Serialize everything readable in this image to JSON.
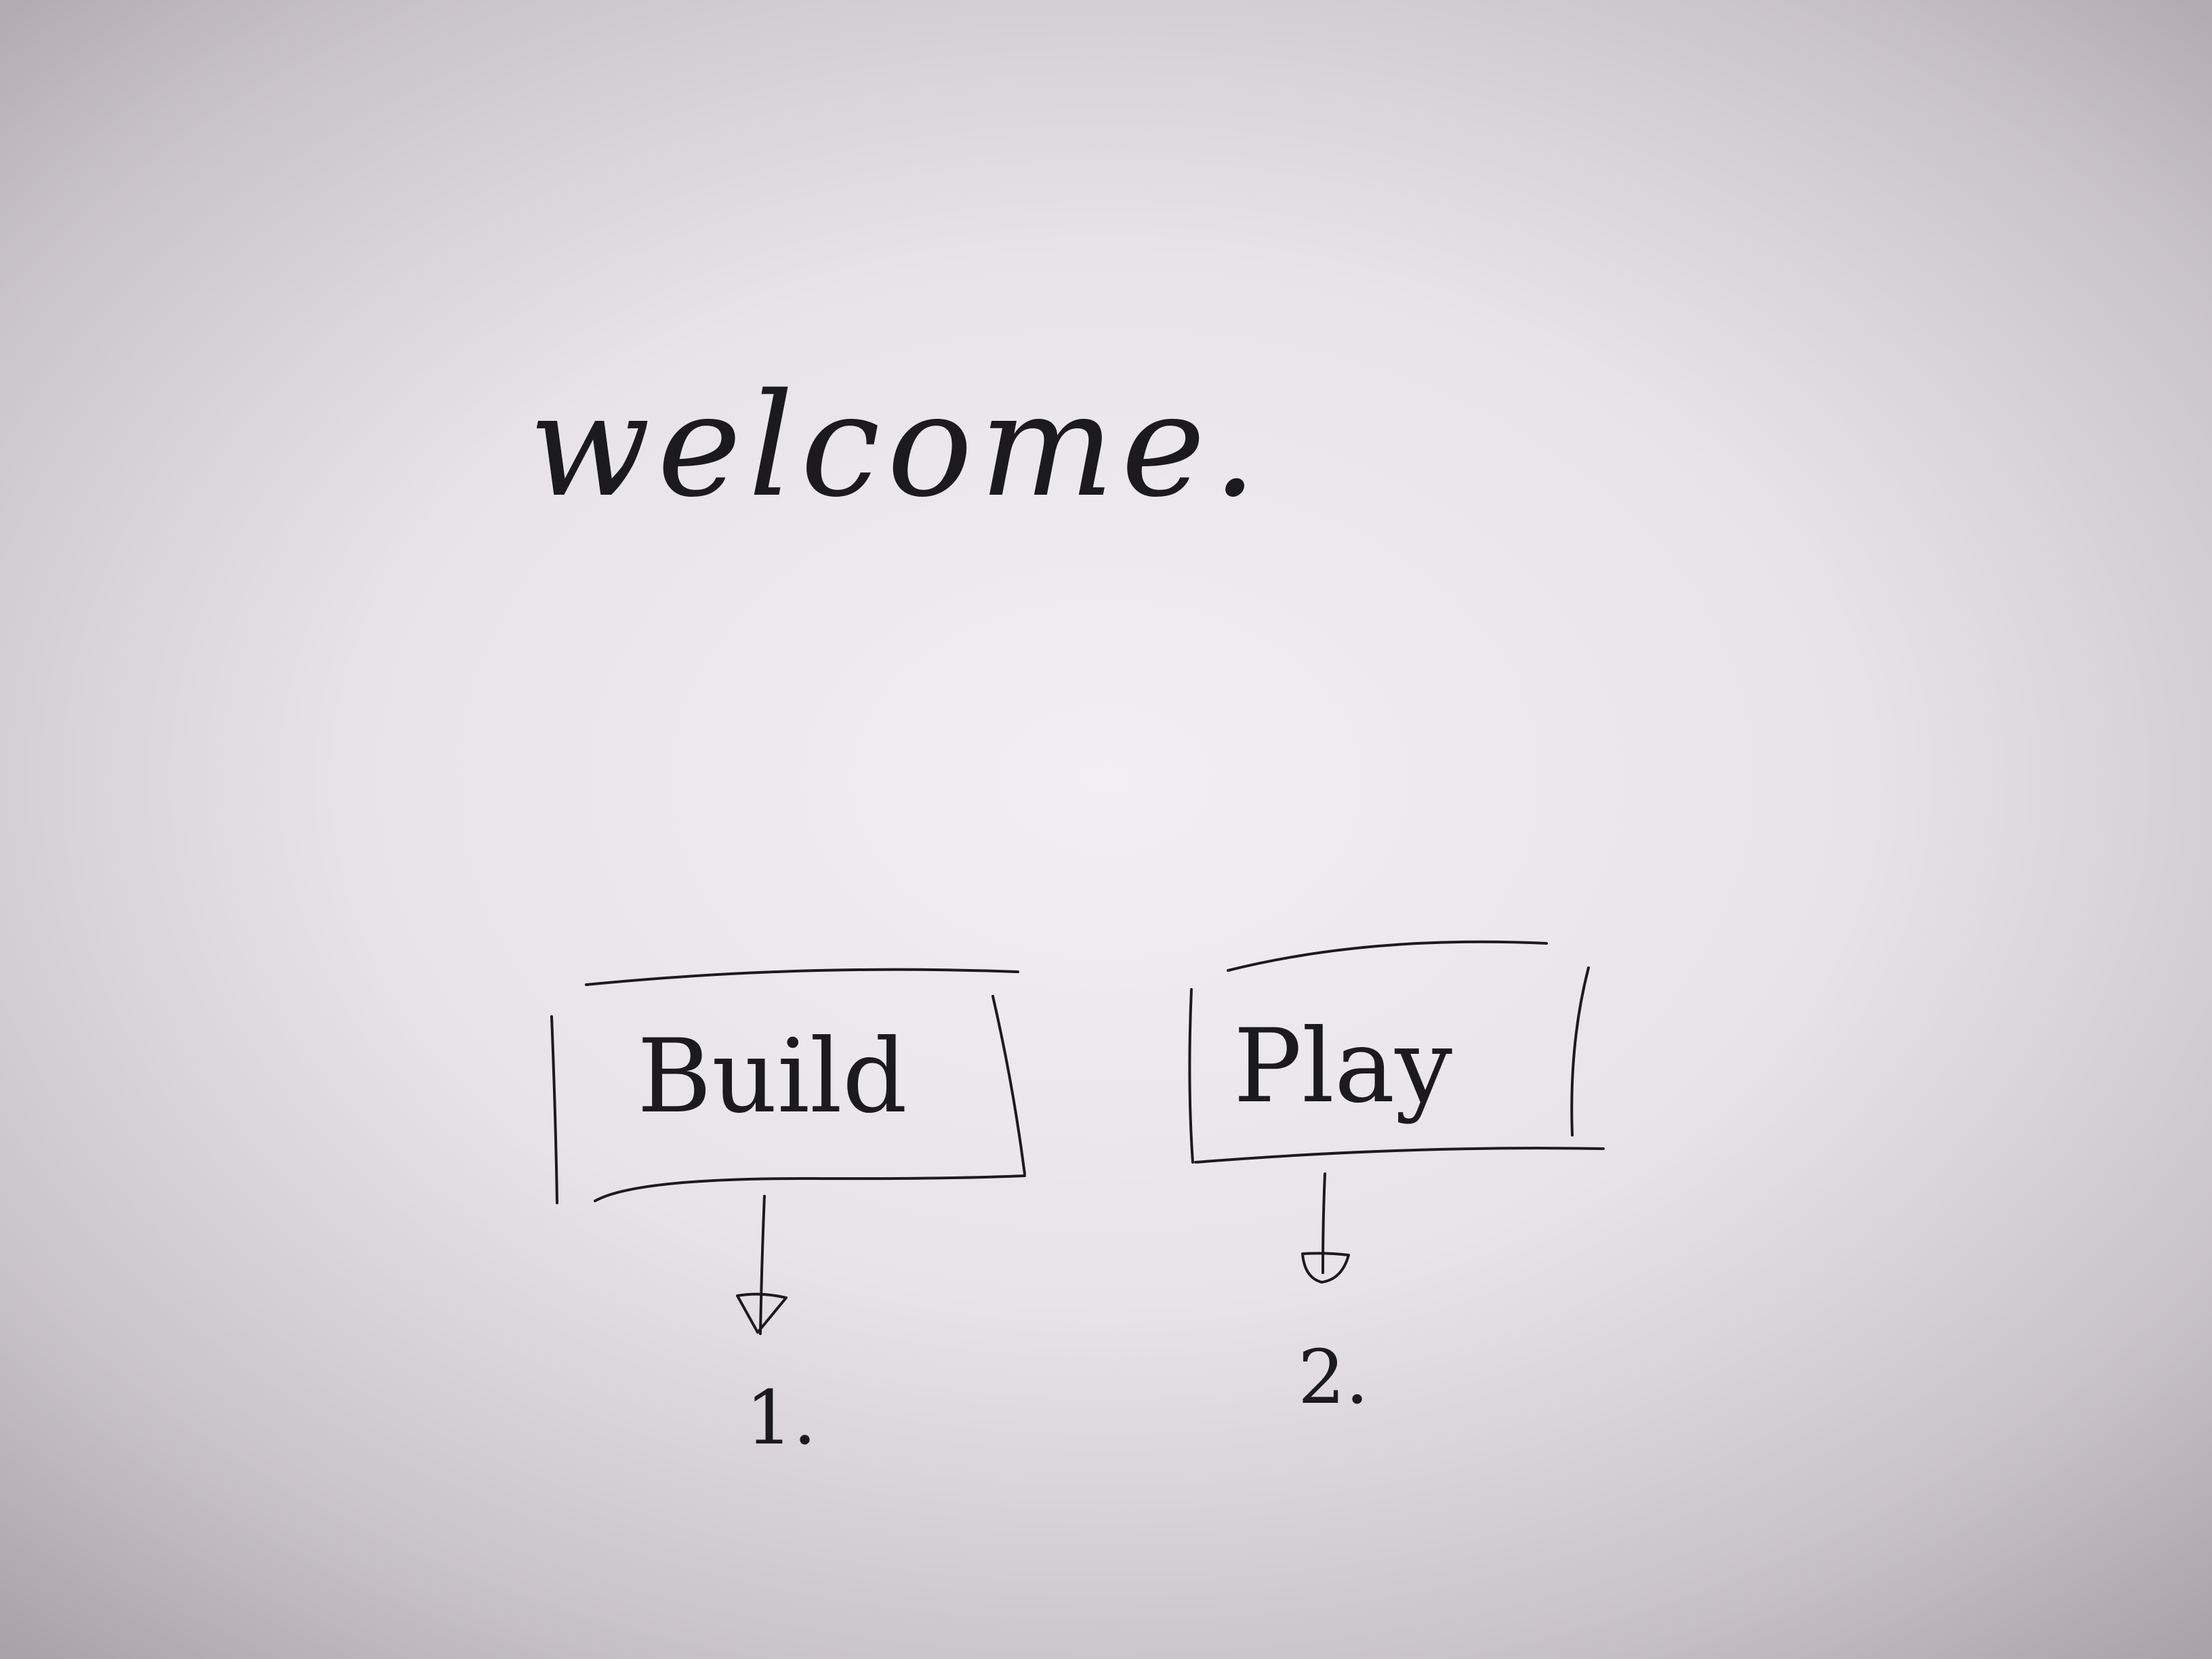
{
  "welcome": {
    "title": "welcome."
  },
  "buttons": [
    {
      "label": "Build",
      "target_label": "1."
    },
    {
      "label": "Play",
      "target_label": "2."
    }
  ],
  "colors": {
    "ink": "#1b1b1e",
    "paper": "#e7e4e8"
  }
}
